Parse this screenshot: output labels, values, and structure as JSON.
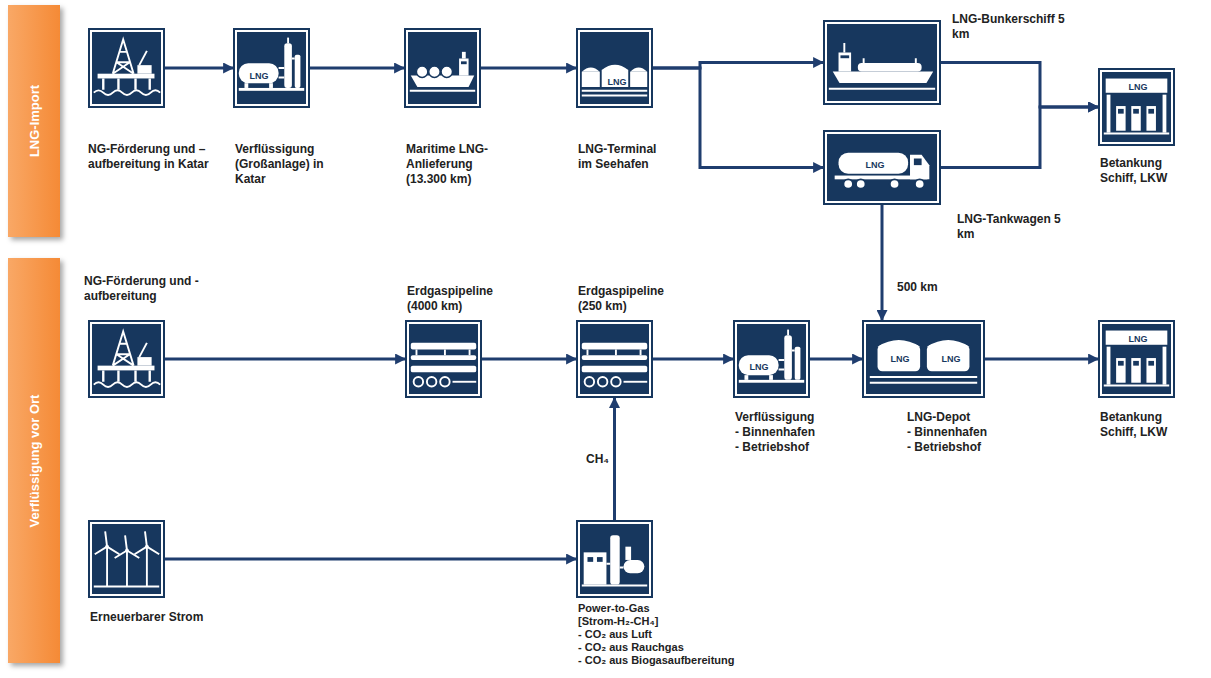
{
  "diagram": {
    "nodes": [
      {
        "text": [
          "LNG-Import"
        ]
      },
      {
        "text": [
          "NG-Förderung und –aufbereitung in Katar"
        ]
      },
      {
        "text": [
          "Verflüssigung (Großanlage) in Katar",
          "LNG"
        ]
      },
      {
        "text": [
          "Maritime LNG-Anlieferung (13.300 km)"
        ]
      },
      {
        "text": [
          "LNG-Terminal im Seehafen",
          "LNG"
        ]
      },
      {
        "text": [
          "LNG-Bunkerschiff 5 km"
        ]
      },
      {
        "text": [
          "LNG-Tankwagen 5 km",
          "LNG"
        ]
      },
      {
        "text": [
          "Betankung Schiff, LKW",
          "LNG"
        ]
      },
      {
        "text": [
          "Verflüssigung vor Ort"
        ]
      },
      {
        "text": [
          "NG-Förderung und -aufbereitung"
        ]
      },
      {
        "text": [
          "Erdgaspipeline (4000 km)"
        ]
      },
      {
        "text": [
          "Erdgaspipeline (250 km)"
        ]
      },
      {
        "text": [
          "Verflüssigung",
          "- Binnenhafen",
          "- Betriebshof",
          "LNG"
        ]
      },
      {
        "text": [
          "LNG-Depot",
          "- Binnenhafen",
          "- Betriebshof",
          "LNG",
          "LNG"
        ]
      },
      {
        "text": [
          "Betankung Schiff, LKW",
          "LNG"
        ]
      },
      {
        "text": [
          "Erneuerbarer Strom"
        ]
      },
      {
        "text": [
          "Power-to-Gas",
          "[Strom-H₂-CH₄]",
          "- CO₂ aus Luft",
          "- CO₂ aus Rauchgas",
          "- CO₂ aus Biogasaufbereitung"
        ]
      }
    ],
    "edges": [
      {
        "from": 1,
        "to": 2,
        "arrow": "to"
      },
      {
        "from": 2,
        "to": 3,
        "arrow": "to"
      },
      {
        "from": 3,
        "to": 4,
        "arrow": "to"
      },
      {
        "from": 4,
        "to": 5,
        "arrow": "to"
      },
      {
        "from": 4,
        "to": 6,
        "arrow": "to"
      },
      {
        "from": 5,
        "to": 7,
        "arrow": "to"
      },
      {
        "from": 6,
        "to": 7,
        "arrow": "to"
      },
      {
        "from": 6,
        "to": 13,
        "label": "500 km",
        "arrow": "to"
      },
      {
        "from": 9,
        "to": 10,
        "arrow": "to"
      },
      {
        "from": 10,
        "to": 11,
        "arrow": "to"
      },
      {
        "from": 11,
        "to": 12,
        "arrow": "to"
      },
      {
        "from": 12,
        "to": 13,
        "arrow": "to"
      },
      {
        "from": 13,
        "to": 14,
        "arrow": "to"
      },
      {
        "from": 15,
        "to": 16,
        "arrow": "to"
      },
      {
        "from": 16,
        "to": 11,
        "label": "CH₄",
        "arrow": "to"
      }
    ]
  }
}
